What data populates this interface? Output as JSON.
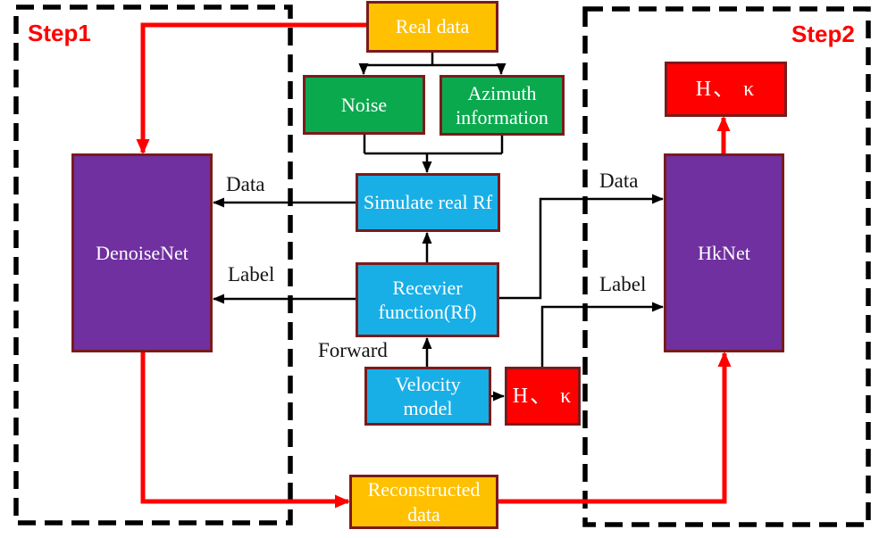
{
  "colors": {
    "orange": "#FFC000",
    "green": "#0BA94E",
    "blue": "#18AFE6",
    "purple": "#7030A0",
    "red": "#FF0000",
    "box_border": "#7B1A1B",
    "line_black": "#000000"
  },
  "steps": {
    "step1": "Step1",
    "step2": "Step2"
  },
  "nodes": {
    "real_data": "Real data",
    "noise": "Noise",
    "azimuth": "Azimuth information",
    "simulate_rf": "Simulate real Rf",
    "receiver_fn": "Recevier function(Rf)",
    "velocity": "Velocity model",
    "hk_step1": "H、 κ",
    "hk_step2": "H、 κ",
    "denoisenet": "DenoiseNet",
    "hknet": "HkNet",
    "reconstructed": "Reconstructed data"
  },
  "edge_labels": {
    "data_left": "Data",
    "label_left": "Label",
    "data_right": "Data",
    "label_right": "Label",
    "forward": "Forward"
  }
}
